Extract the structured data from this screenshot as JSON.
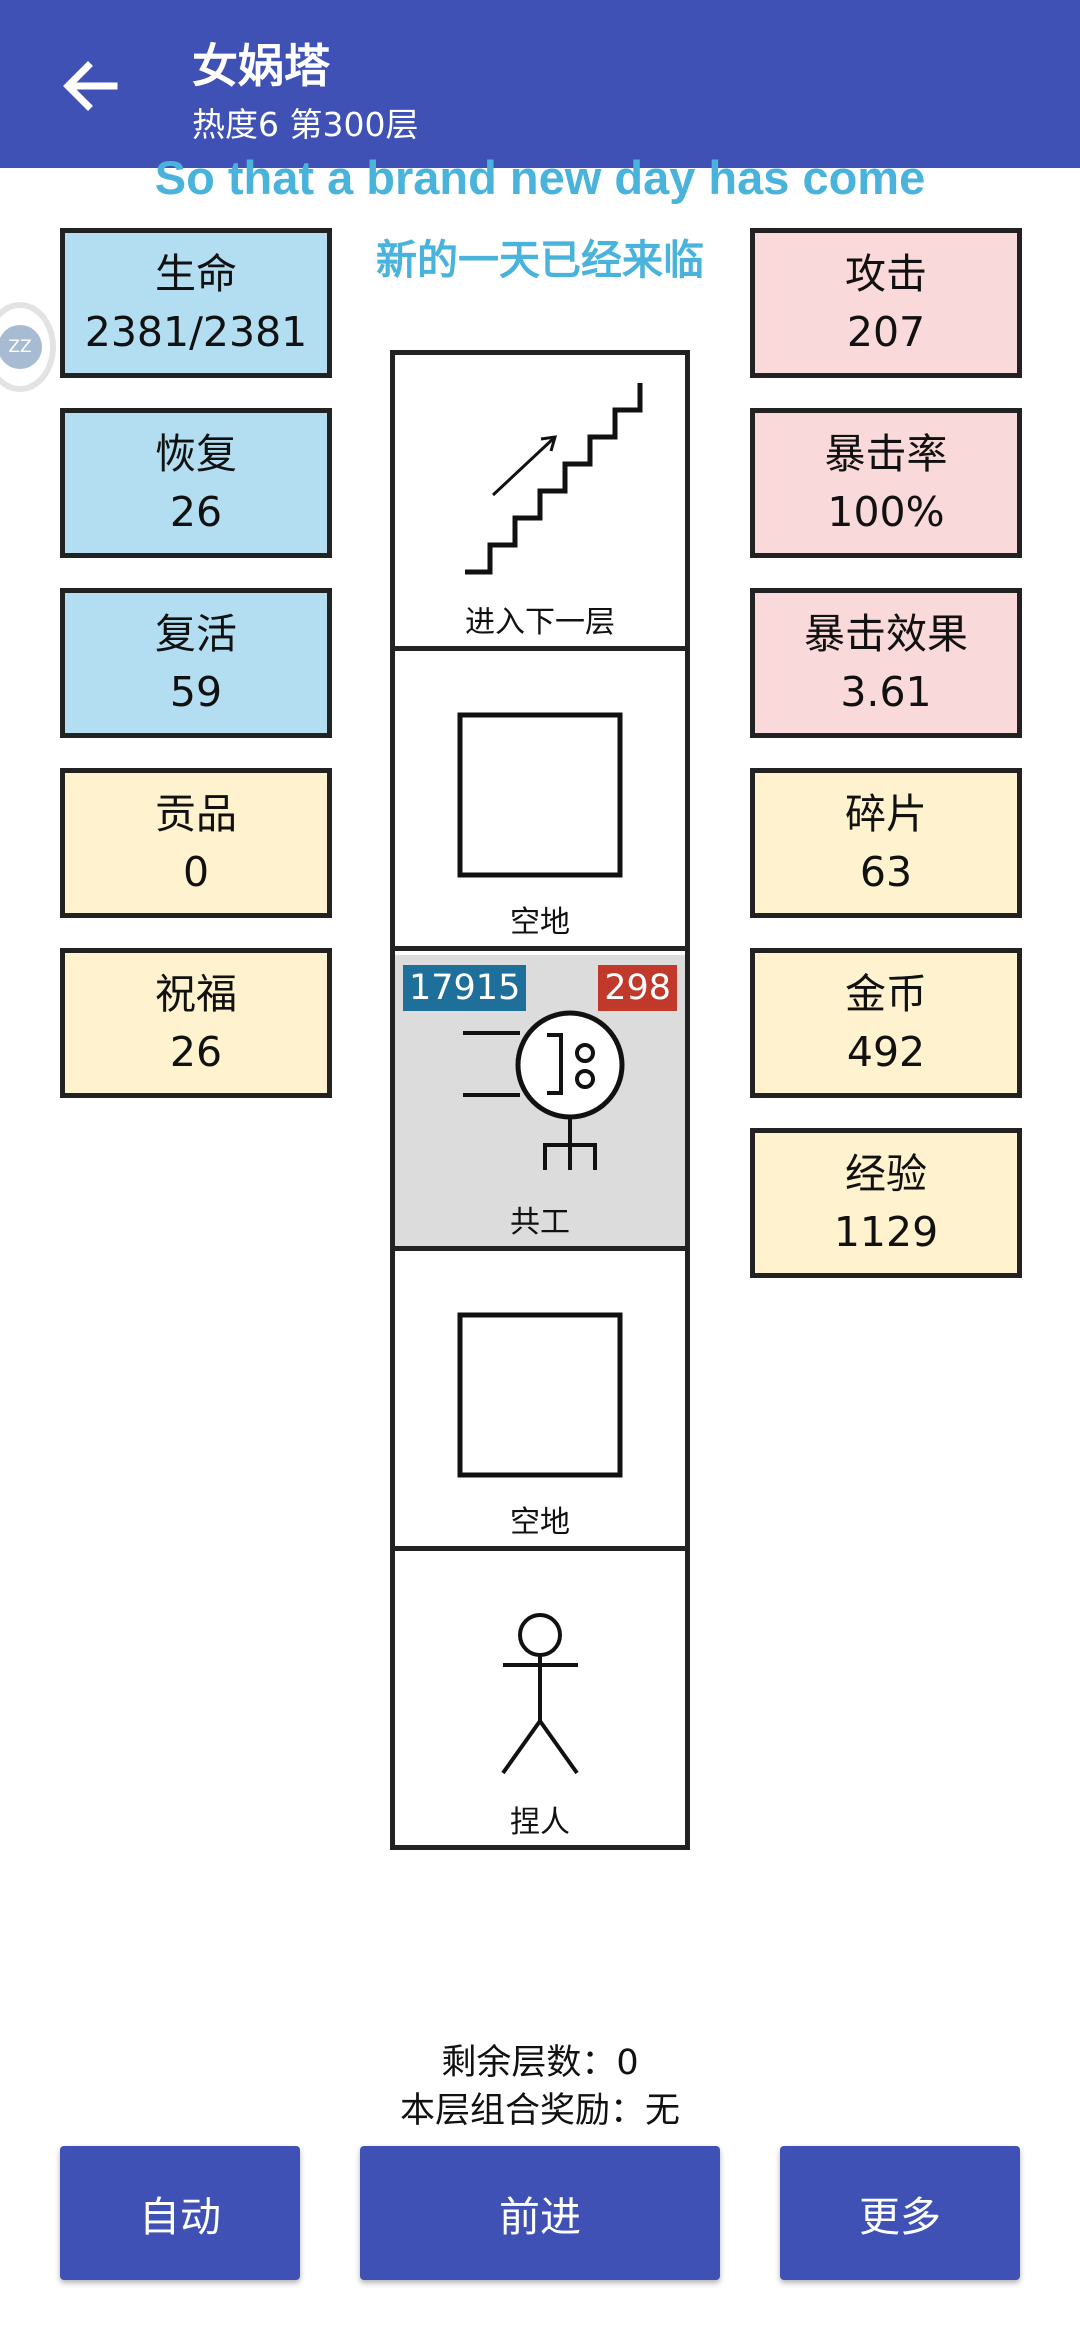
{
  "header": {
    "title": "女娲塔",
    "subtitle": "热度6 第300层"
  },
  "banner": {
    "english": "So that a brand new day has come",
    "chinese": "新的一天已经来临"
  },
  "float_ball": {
    "text": "ZZ"
  },
  "left_stats": [
    {
      "label": "生命",
      "value": "2381/2381"
    },
    {
      "label": "恢复",
      "value": "26"
    },
    {
      "label": "复活",
      "value": "59"
    },
    {
      "label": "贡品",
      "value": "0"
    },
    {
      "label": "祝福",
      "value": "26"
    }
  ],
  "right_stats": [
    {
      "label": "攻击",
      "value": "207"
    },
    {
      "label": "暴击率",
      "value": "100%"
    },
    {
      "label": "暴击效果",
      "value": "3.61"
    },
    {
      "label": "碎片",
      "value": "63"
    },
    {
      "label": "金币",
      "value": "492"
    },
    {
      "label": "经验",
      "value": "1129"
    }
  ],
  "tower": [
    {
      "label": "进入下一层",
      "icon": "stairs-icon"
    },
    {
      "label": "空地",
      "icon": "empty-square-icon"
    },
    {
      "label": "共工",
      "icon": "monster-icon",
      "hp": "17915",
      "attack": "298"
    },
    {
      "label": "空地",
      "icon": "empty-square-icon"
    },
    {
      "label": "捏人",
      "icon": "stick-figure-icon"
    }
  ],
  "info": {
    "remaining_floors": "剩余层数：0",
    "combo_reward": "本层组合奖励：无"
  },
  "buttons": {
    "auto": "自动",
    "forward": "前进",
    "more": "更多"
  },
  "colors": {
    "primary": "#3f51b5",
    "banner_text": "#4ab3dc",
    "stat_blue": "#b3def2",
    "stat_pink": "#f9d9d9",
    "stat_cream": "#fff3cf",
    "monster_cell": "#dcdcdc",
    "hp_badge": "#1e6f9a",
    "attack_badge": "#c0392b"
  }
}
